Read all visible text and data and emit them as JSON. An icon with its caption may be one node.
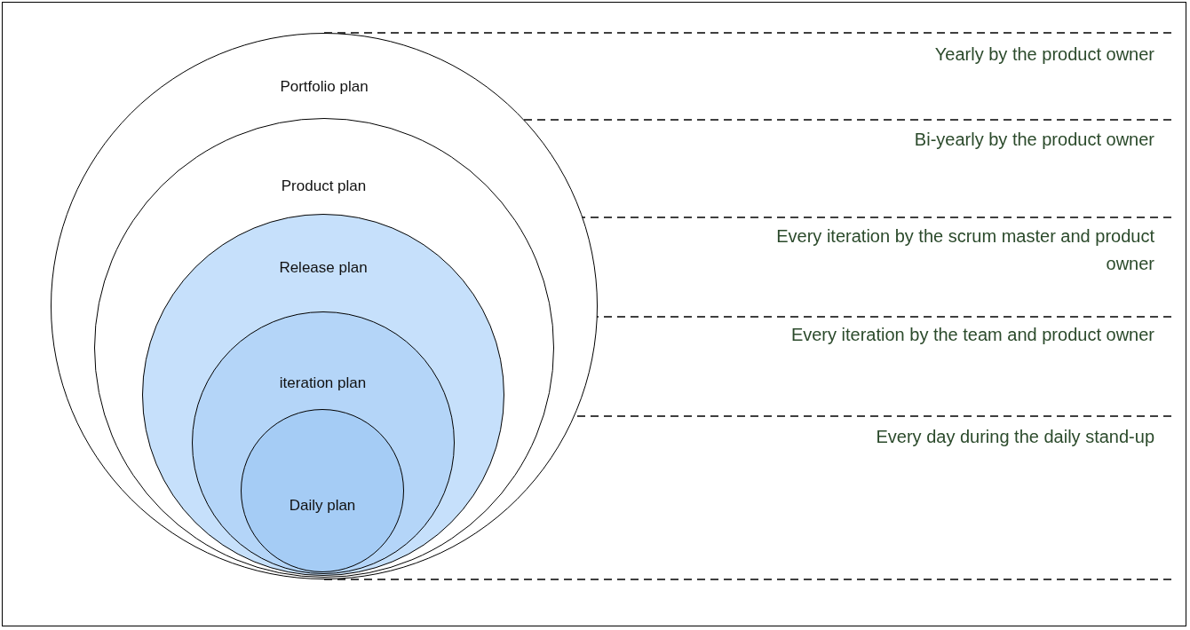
{
  "diagram": {
    "nodes": [
      {
        "text": [
          "Portfolio plan"
        ]
      },
      {
        "text": [
          "Product plan"
        ],
        "in": 0
      },
      {
        "text": [
          "Release plan"
        ],
        "in": 1
      },
      {
        "text": [
          "iteration plan"
        ],
        "in": 2
      },
      {
        "text": [
          "Daily plan"
        ],
        "in": 3
      }
    ],
    "edges": [],
    "labels": [
      "Yearly by the product owner",
      "Bi-yearly by the product owner",
      "Every iteration by the scrum master and product owner",
      "Every iteration by the team and product owner",
      "Every day during the daily stand-up"
    ]
  }
}
